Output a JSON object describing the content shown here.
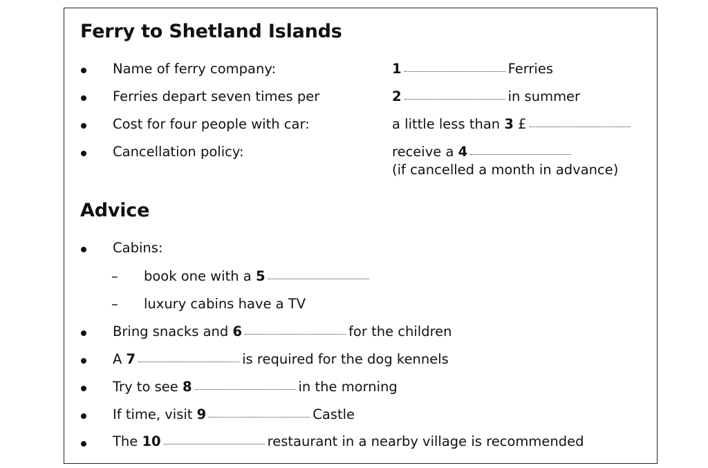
{
  "section1": {
    "title": "Ferry to Shetland Islands",
    "rows": [
      {
        "label": "Name of ferry company:",
        "num": "1",
        "pre": "",
        "post": "Ferries"
      },
      {
        "label": "Ferries depart seven times per",
        "num": "2",
        "pre": "",
        "post": "in summer"
      },
      {
        "label": "Cost for four people with car:",
        "num": "3",
        "pre": "a little less than",
        "currency": "£",
        "post": ""
      },
      {
        "label": "Cancellation policy:",
        "num": "4",
        "pre": "receive a",
        "post": "",
        "note": "(if cancelled a month in advance)"
      }
    ]
  },
  "section2": {
    "title": "Advice",
    "cabins_label": "Cabins:",
    "sub": [
      {
        "pre": "book one with a",
        "num": "5",
        "post": ""
      },
      {
        "text": "luxury cabins have a TV"
      }
    ],
    "items": [
      {
        "pre": "Bring snacks and",
        "num": "6",
        "post": "for the children"
      },
      {
        "pre": "A",
        "num": "7",
        "post": "is required for the dog kennels"
      },
      {
        "pre": "Try to see",
        "num": "8",
        "post": "in the morning"
      },
      {
        "pre": "If time, visit",
        "num": "9",
        "post": "Castle"
      },
      {
        "pre": "The",
        "num": "10",
        "post": "restaurant in a nearby village is recommended"
      }
    ]
  },
  "dash_symbol": "–"
}
